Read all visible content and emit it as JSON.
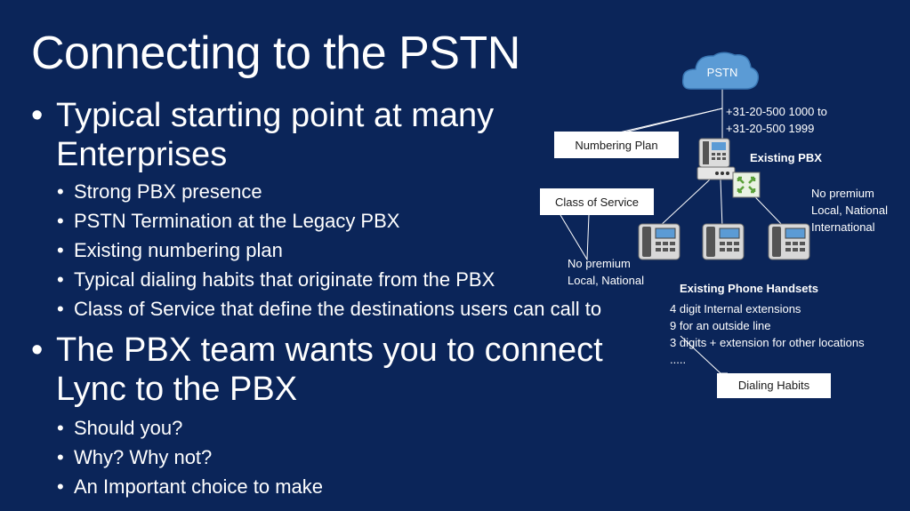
{
  "title": "Connecting to the PSTN",
  "bullet_glyph": "•",
  "bullets": [
    {
      "line1": "Typical starting point at many",
      "line2": "Enterprises",
      "sub": [
        "Strong PBX presence",
        "PSTN Termination at the Legacy PBX",
        "Existing numbering plan",
        "Typical dialing habits that originate from the PBX",
        "Class of Service that define the destinations users can call to"
      ]
    },
    {
      "line1": "The PBX team wants you to connect",
      "line2": "Lync to the PBX",
      "sub": [
        "Should you?",
        "Why? Why not?",
        "An Important choice to make"
      ]
    }
  ],
  "diagram": {
    "cloud_label": "PSTN",
    "number_range_line1": "+31-20-500 1000 to",
    "number_range_line2": "+31-20-500 1999",
    "numbering_plan_label": "Numbering Plan",
    "existing_pbx_label": "Existing PBX",
    "class_of_service_label": "Class of Service",
    "right_note": [
      "No premium",
      "Local, National",
      "International"
    ],
    "left_note": [
      "No premium",
      "Local, National"
    ],
    "handsets_label": "Existing Phone Handsets",
    "habits": [
      "4 digit Internal extensions",
      "9 for an outside line",
      "3 digits + extension for other locations",
      "....."
    ],
    "dialing_habits_label": "Dialing Habits",
    "icons": [
      "cloud-icon",
      "pbx-phone-icon",
      "pbx-router-icon",
      "pbx-switch-icon",
      "desk-phone-icon"
    ],
    "colors": {
      "background": "#0b2559",
      "cloud": "#5b9bd5",
      "switch": "#5aa03a"
    }
  }
}
